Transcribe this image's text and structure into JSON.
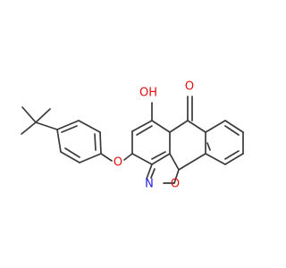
{
  "molecule": {
    "atoms": [
      {
        "id": "oh",
        "symbol": "OH",
        "color": "#e01010"
      },
      {
        "id": "carbonyl-o",
        "symbol": "O",
        "color": "#e01010"
      },
      {
        "id": "ether-o",
        "symbol": "O",
        "color": "#e01010"
      },
      {
        "id": "ring-n",
        "symbol": "N",
        "color": "#2020e0"
      },
      {
        "id": "ring-o",
        "symbol": "O",
        "color": "#e01010"
      }
    ],
    "bond_color": "#3a3a3a"
  }
}
